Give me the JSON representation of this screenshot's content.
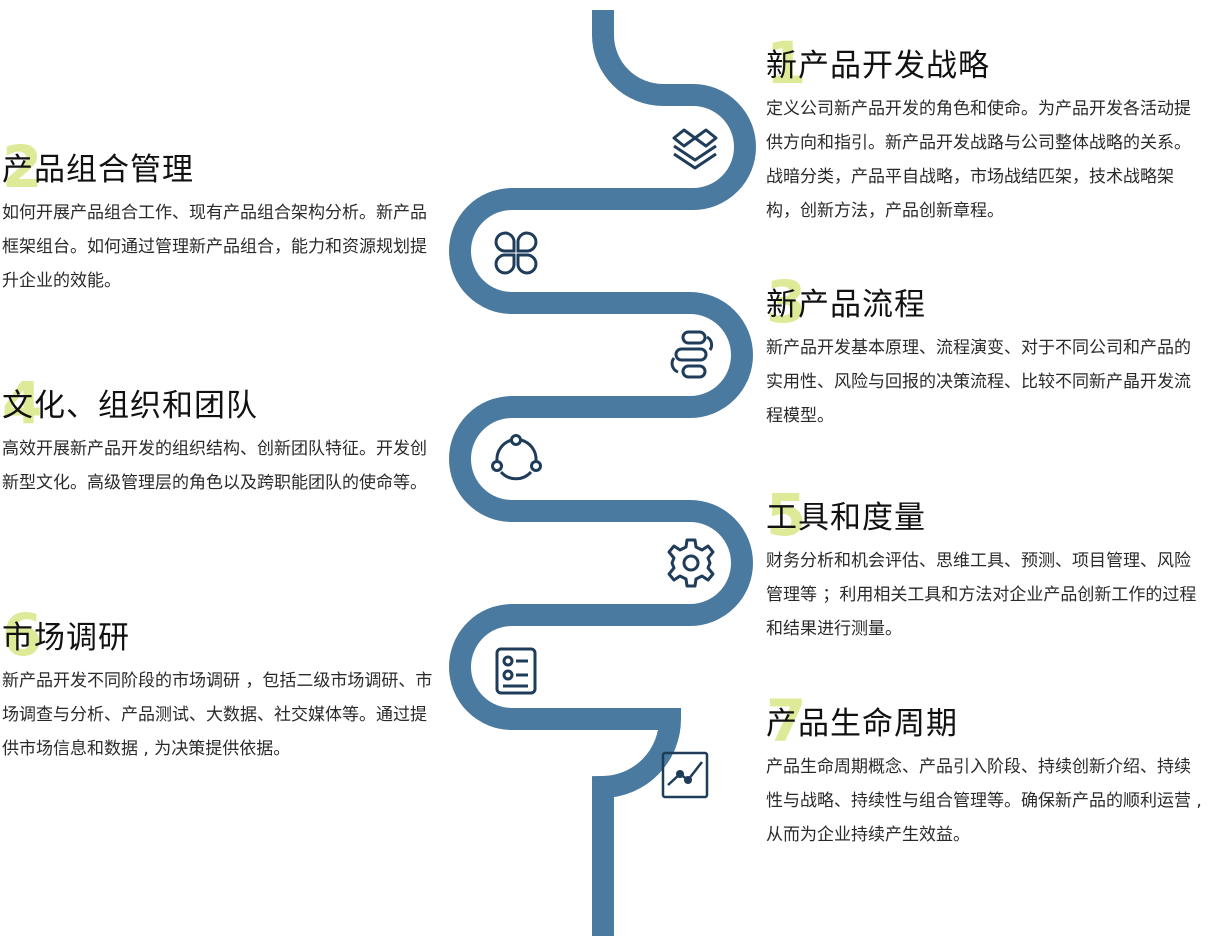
{
  "colors": {
    "snake": "#4a7aa0",
    "accent_number": "#dbe88c",
    "icon": "#1f3c5a",
    "text": "#1a1a1a"
  },
  "sections": [
    {
      "number": "1",
      "title": "新产品开发战略",
      "description": "定义公司新产品开发的角色和使命。为产品开发各活动提供方向和指引。新产品开发战路与公司整体战略的关系。战暗分类，产品平自战略，市场战结匹架，技术战略架构，创新方法，产品创新章程。",
      "icon": "layers-icon"
    },
    {
      "number": "2",
      "title": "产品组合管理",
      "description": "如何开展产品组合工作、现有产品组合架构分析。新产品框架组台。如何通过管理新产品组合，能力和资源规划提升企业的效能。",
      "icon": "four-leaf-icon"
    },
    {
      "number": "3",
      "title": "新产品流程",
      "description": "新产品开发基本原理、流程演变、对于不同公司和产品的实用性、风险与回报的决策流程、比较不同新产晶开发流程模型。",
      "icon": "process-flow-icon"
    },
    {
      "number": "4",
      "title": "文化、组织和团队",
      "description": "高效开展新产品开发的组织结构、创新团队特征。开发创新型文化。高级管理层的角色以及跨职能团队的使命等。",
      "icon": "cycle-icon"
    },
    {
      "number": "5",
      "title": "工具和度量",
      "description": "财务分析和机会评估、思维工具、预测、项目管理、风险管理等 ；利用相关工具和方法对企业产品创新工作的过程和结果进行测量。",
      "icon": "gear-icon"
    },
    {
      "number": "6",
      "title": "市场调研",
      "description": "新产品开发不同阶段的市场调研 ，包括二级市场调研、市场调查与分析、产品测试、大数据、社交媒体等。通过提供市场信息和数据 , 为决策提供依据。",
      "icon": "checklist-icon"
    },
    {
      "number": "7",
      "title": "产品生命周期",
      "description": "产品生命周期概念、产品引入阶段、持续创新介绍、持续性与战略、持续性与组合管理等。确保新产品的顺利运营 , 从而为企业持续产生效益。",
      "icon": "line-chart-icon"
    }
  ]
}
